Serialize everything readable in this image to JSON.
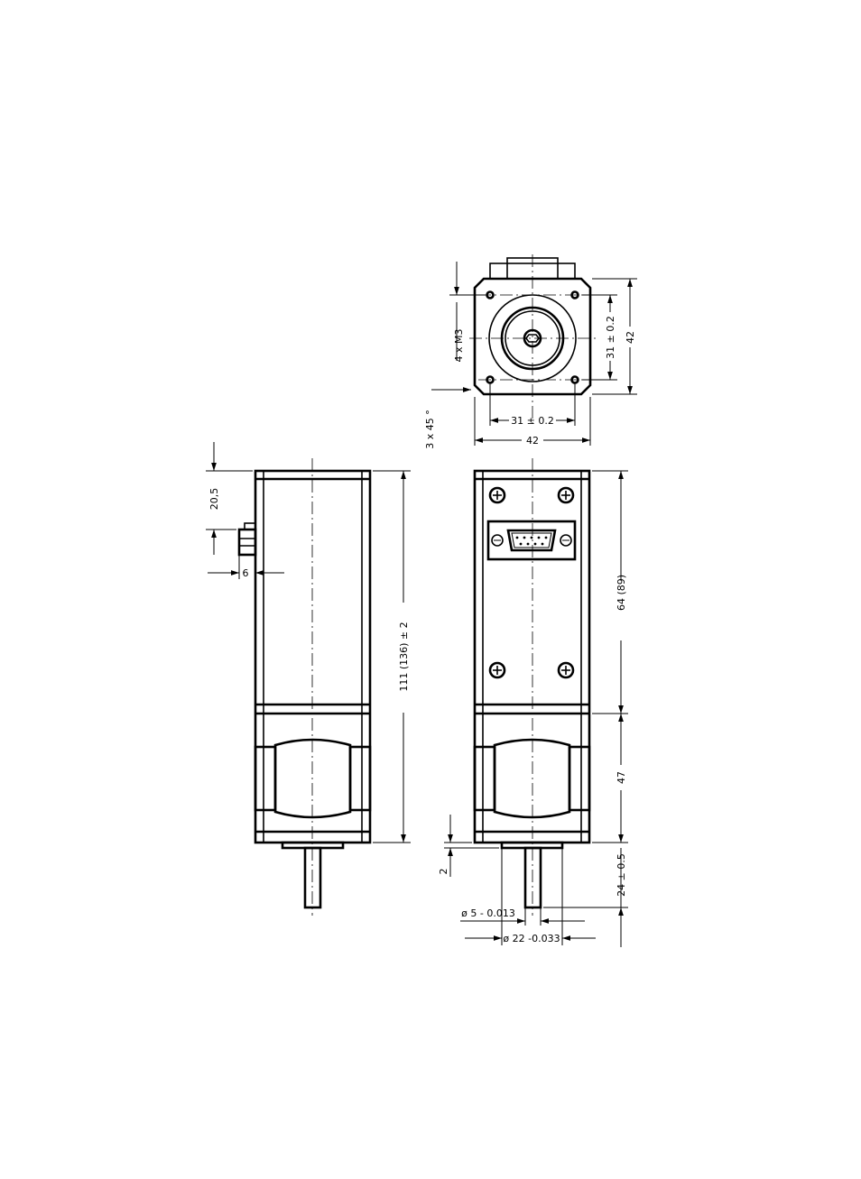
{
  "dimensions": {
    "side_top_offset": "20,5",
    "side_connector_depth": "6",
    "side_total_length": "111 (136) ± 2",
    "front_hole_thread": "4 x M3",
    "front_chamfer": "3 x 45 °",
    "front_hole_spacing_h": "31 ± 0.2",
    "front_width": "42",
    "front_hole_spacing_v": "31 ± 0.2",
    "front_height": "42",
    "rear_body_length": "64 (89)",
    "rear_motor_length": "47",
    "rear_flange_step": "2",
    "rear_shaft_length": "24 ± 0.5",
    "rear_shaft_diameter": "ø 5 - 0.013",
    "rear_pilot_diameter": "ø 22 -0.033"
  }
}
